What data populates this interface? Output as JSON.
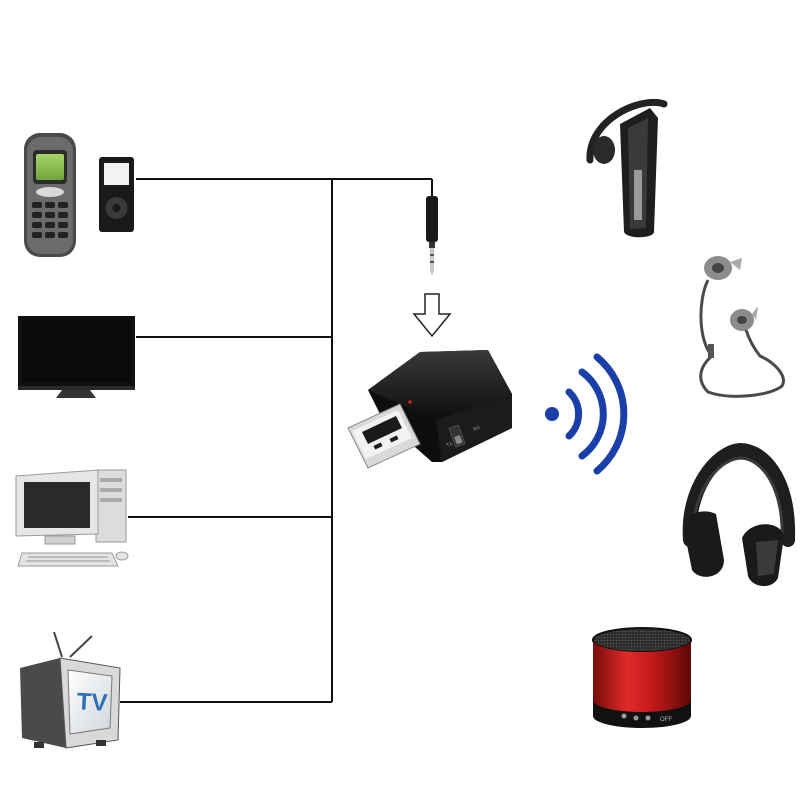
{
  "diagram": {
    "line_color": "#111111",
    "wave_color": "#1b3fa8",
    "sources": [
      {
        "name": "mobile-phone",
        "icon": "mobile-phone-icon"
      },
      {
        "name": "mp3-player",
        "icon": "mp3-player-icon"
      },
      {
        "name": "flat-screen-tv",
        "icon": "flat-screen-tv-icon"
      },
      {
        "name": "desktop-computer",
        "icon": "desktop-computer-icon"
      },
      {
        "name": "crt-television",
        "icon": "crt-tv-icon",
        "label": "TV"
      }
    ],
    "adapter": {
      "icon": "usb-bluetooth-adapter-icon",
      "switch_labels": [
        "TX",
        "RX"
      ]
    },
    "receivers": [
      {
        "name": "bluetooth-headset",
        "icon": "bluetooth-headset-icon"
      },
      {
        "name": "sport-earphones",
        "icon": "earphones-icon"
      },
      {
        "name": "wireless-headphones",
        "icon": "headphones-icon"
      },
      {
        "name": "bluetooth-speaker",
        "icon": "speaker-icon",
        "label": "OFF"
      }
    ]
  }
}
